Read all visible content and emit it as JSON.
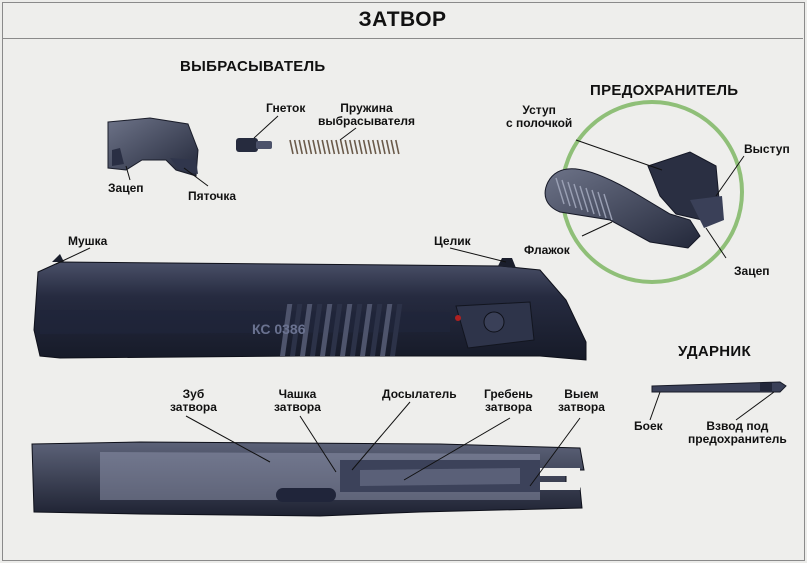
{
  "title": "ЗАТВОР",
  "sections": {
    "extractor": "ВЫБРАСЫВАТЕЛЬ",
    "safety": "ПРЕДОХРАНИТЕЛЬ",
    "striker": "УДАРНИК"
  },
  "labels": {
    "zatsep_extractor": "Зацеп",
    "pyatochka": "Пяточка",
    "gnetok": "Гнеток",
    "spring": "Пружина\nвыбрасывателя",
    "ustup": "Уступ\nс полочкой",
    "vystup": "Выступ",
    "flazhok": "Флажок",
    "zatsep_safety": "Зацеп",
    "mushka": "Мушка",
    "tselik": "Целик",
    "zub": "Зуб\nзатвора",
    "chashka": "Чашка\nзатвора",
    "dosylatel": "Досылатель",
    "greben": "Гребень\nзатвора",
    "vyem": "Выем\nзатвора",
    "boek": "Боек",
    "vzvod": "Взвод под\nпредохранитель"
  },
  "slide_marking": "КС 0386",
  "colors": {
    "steel_dark": "#1c2032",
    "steel_mid": "#3a4058",
    "steel_light": "#6a7088",
    "circle": "#8fbf78",
    "leader": "#111111"
  }
}
